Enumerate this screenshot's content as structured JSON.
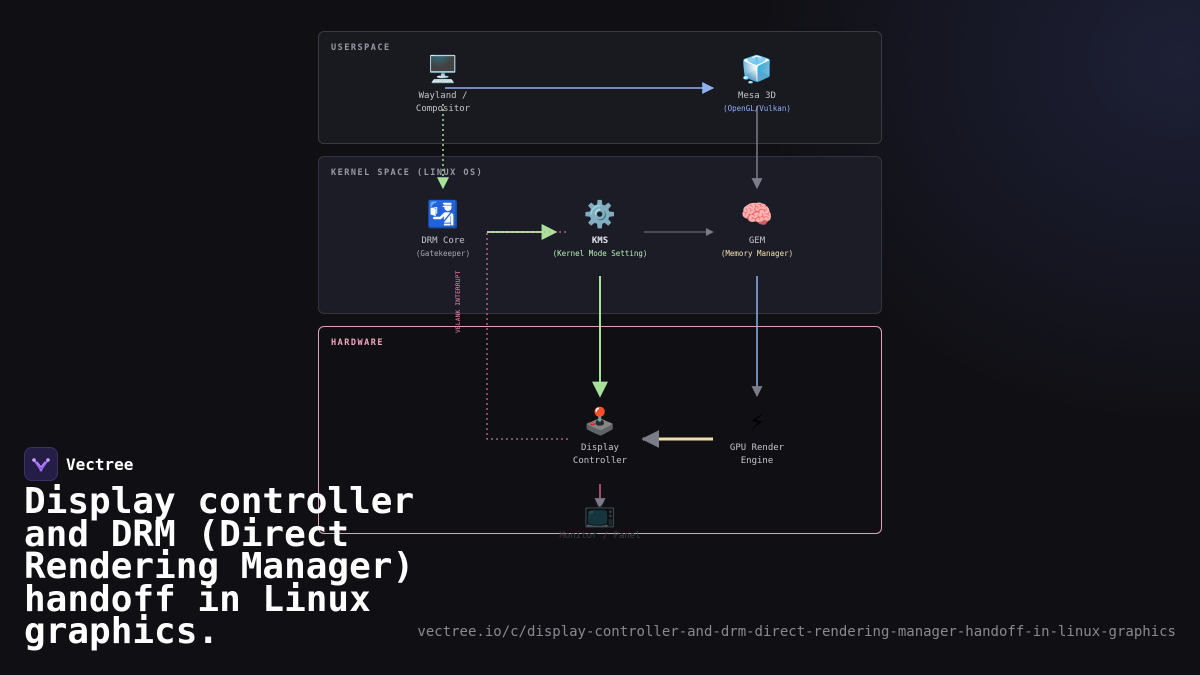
{
  "layers": {
    "userspace": "USERSPACE",
    "kernel": "KERNEL SPACE (LINUX OS)",
    "hardware": "HARDWARE"
  },
  "nodes": {
    "wayland": {
      "icon": "🖥️",
      "title_lines": [
        "Wayland /",
        "Compositor"
      ]
    },
    "mesa": {
      "icon": "🧊",
      "title": "Mesa 3D",
      "subtitle": "(OpenGL/Vulkan)"
    },
    "drm": {
      "icon": "🛂",
      "title": "DRM Core",
      "subtitle": "(Gatekeeper)"
    },
    "kms": {
      "icon": "⚙️",
      "title": "KMS",
      "subtitle": "(Kernel Mode Setting)"
    },
    "gem": {
      "icon": "🧠",
      "title": "GEM",
      "subtitle": "(Memory Manager)"
    },
    "display": {
      "icon": "🕹️",
      "title_lines": [
        "Display",
        "Controller"
      ]
    },
    "gpu": {
      "icon": "⚡",
      "title_lines": [
        "GPU Render",
        "Engine"
      ]
    },
    "monitor": {
      "icon": "📺",
      "title": "Monitor / Panel"
    }
  },
  "vblank_label": "VBLANK INTERRUPT",
  "colors": {
    "accent_green": "#a7e29a",
    "accent_blue": "#8fb0ef",
    "accent_pink": "#f28cab",
    "accent_yellow": "#f1deaa",
    "grey_wire": "#7c7c88",
    "hardware_border": "#e4a0b6"
  },
  "brand": {
    "name": "Vectree",
    "logo_icon": "vectree-logo-icon"
  },
  "headline": "Display controller and DRM (Direct Rendering Manager) handoff in Linux graphics.",
  "url": "vectree.io/c/display-controller-and-drm-direct-rendering-manager-handoff-in-linux-graphics"
}
